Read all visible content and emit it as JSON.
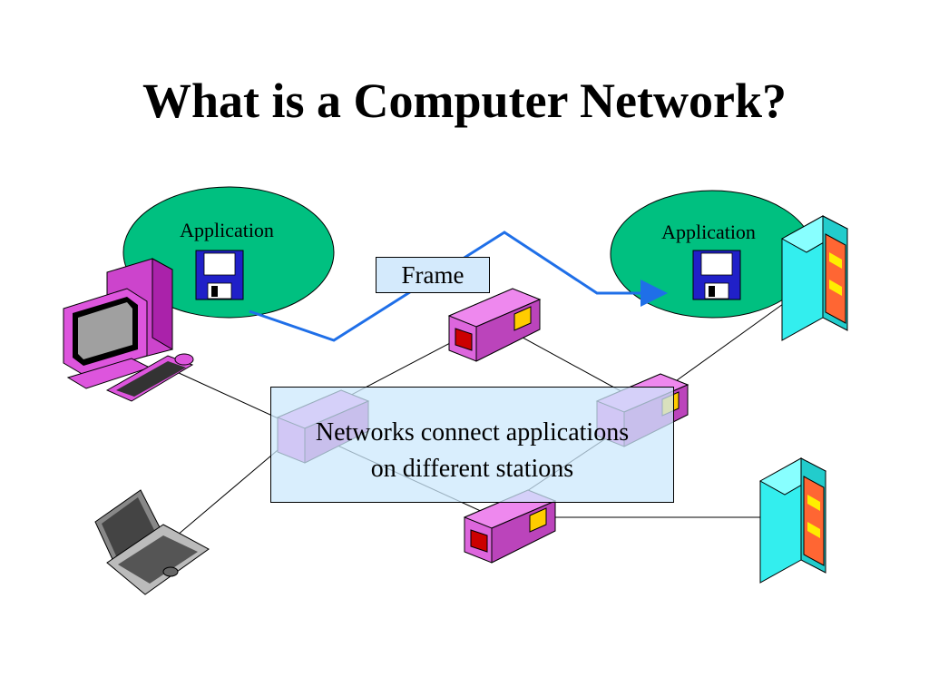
{
  "title": "What is a Computer Network?",
  "apps": [
    {
      "label": "Application"
    },
    {
      "label": "Application"
    }
  ],
  "frame_label": "Frame",
  "caption": {
    "line1": "Networks connect applications",
    "line2": "on different stations"
  },
  "colors": {
    "bubble": "#00c080",
    "flow_line": "#1f6fe8",
    "router": "#dd66dd",
    "server": "#33eeee",
    "server_panel": "#ff6633",
    "workstation": "#dd55dd",
    "laptop": "#aaaaaa"
  },
  "icons": [
    "floppy-disk-icon",
    "desktop-computer-icon",
    "laptop-icon",
    "router-icon",
    "server-tower-icon"
  ]
}
